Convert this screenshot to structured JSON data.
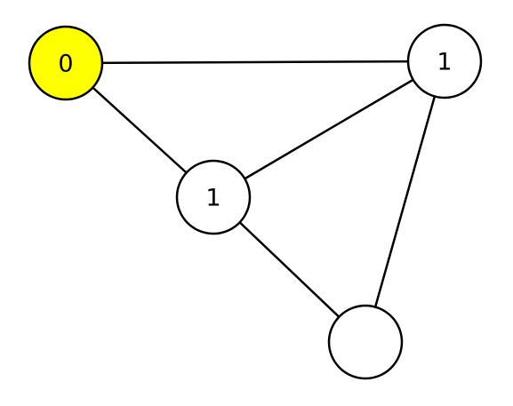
{
  "graph": {
    "colors": {
      "highlight": "#ffff00",
      "default": "#ffffff",
      "stroke": "#000000"
    },
    "nodes": [
      {
        "id": "a",
        "label": "0",
        "highlighted": true
      },
      {
        "id": "b",
        "label": "1",
        "highlighted": false
      },
      {
        "id": "c",
        "label": "1",
        "highlighted": false
      },
      {
        "id": "d",
        "label": "",
        "highlighted": false
      }
    ],
    "edges": [
      {
        "from": "a",
        "to": "b"
      },
      {
        "from": "a",
        "to": "c"
      },
      {
        "from": "b",
        "to": "c"
      },
      {
        "from": "b",
        "to": "d"
      },
      {
        "from": "c",
        "to": "d"
      }
    ]
  }
}
